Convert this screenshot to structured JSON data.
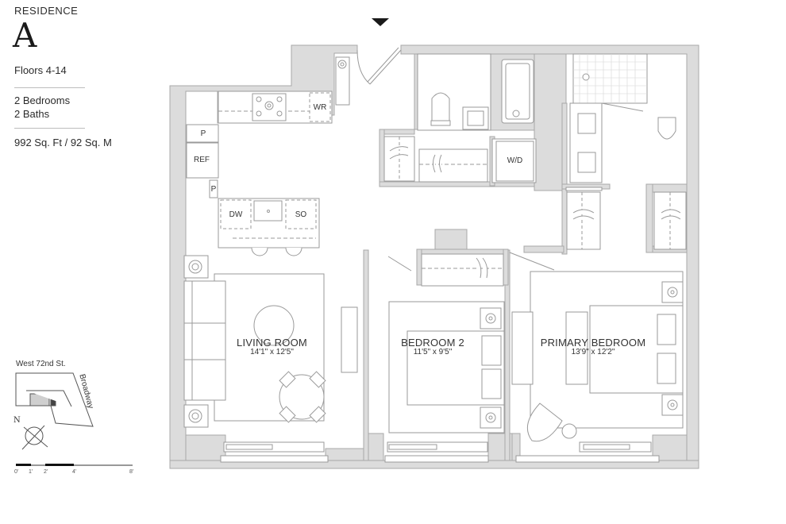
{
  "header": {
    "eyebrow": "RESIDENCE",
    "residence_letter": "A",
    "floors": "Floors 4-14",
    "bedrooms": "2 Bedrooms",
    "baths": "2 Baths",
    "area": "992 Sq. Ft / 92 Sq. M"
  },
  "rooms": {
    "living": {
      "name": "LIVING ROOM",
      "dims": "14'1\" x 12'5\""
    },
    "bedroom2": {
      "name": "BEDROOM 2",
      "dims": "11'5\" x 9'5\""
    },
    "primary": {
      "name": "PRIMARY BEDROOM",
      "dims": "13'9\" x 12'2\""
    }
  },
  "appliances": {
    "wine_refrigerator": "WR",
    "pantry_top": "P",
    "refrigerator": "REF",
    "pantry_bottom": "P",
    "dishwasher": "DW",
    "steam_oven": "SO",
    "washer_dryer": "W/D"
  },
  "key_plan": {
    "street": "West 72nd St.",
    "avenue": "Broadway",
    "north": "N"
  },
  "scale": {
    "labels": [
      "0'",
      "1'",
      "2'",
      "4'",
      "8'"
    ]
  },
  "colors": {
    "wall": "#dcdcdc",
    "wall_stroke": "#a8a8a8",
    "line": "#9a9a9a",
    "text": "#2b2b2b",
    "entry_marker": "#1a1a1a"
  }
}
